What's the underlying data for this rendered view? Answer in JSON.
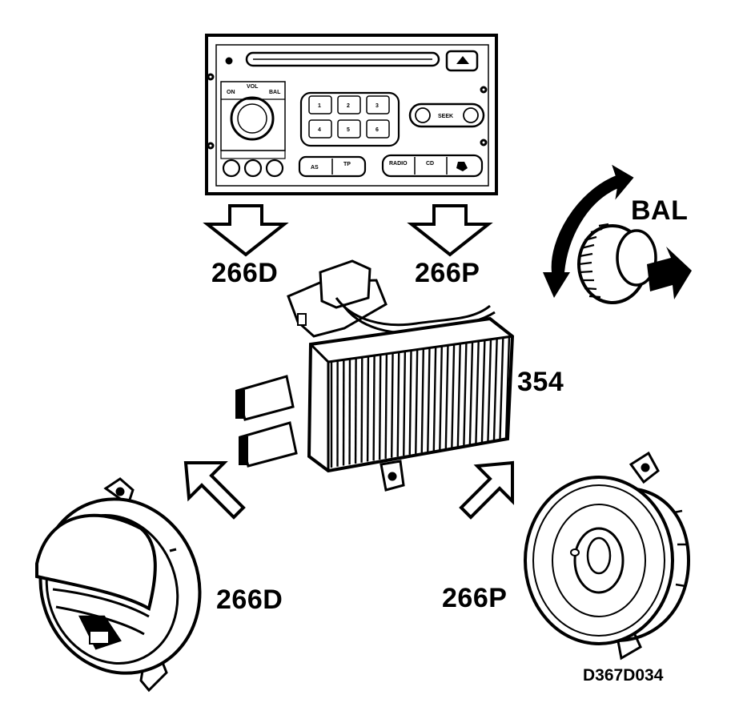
{
  "diagram": {
    "labels": {
      "front_left_top": "266D",
      "front_right_top": "266P",
      "balance": "BAL",
      "amplifier": "354",
      "speaker_left": "266D",
      "speaker_right": "266P",
      "drawing_code": "D367D034"
    },
    "radio_panel": {
      "knob_labels": [
        "ON",
        "VOL",
        "BAL"
      ],
      "preset_buttons": [
        "1",
        "2",
        "3",
        "4",
        "5",
        "6"
      ],
      "seek_label": "SEEK",
      "function_buttons": [
        "AS",
        "TP",
        "RADIO",
        "CD"
      ]
    }
  }
}
